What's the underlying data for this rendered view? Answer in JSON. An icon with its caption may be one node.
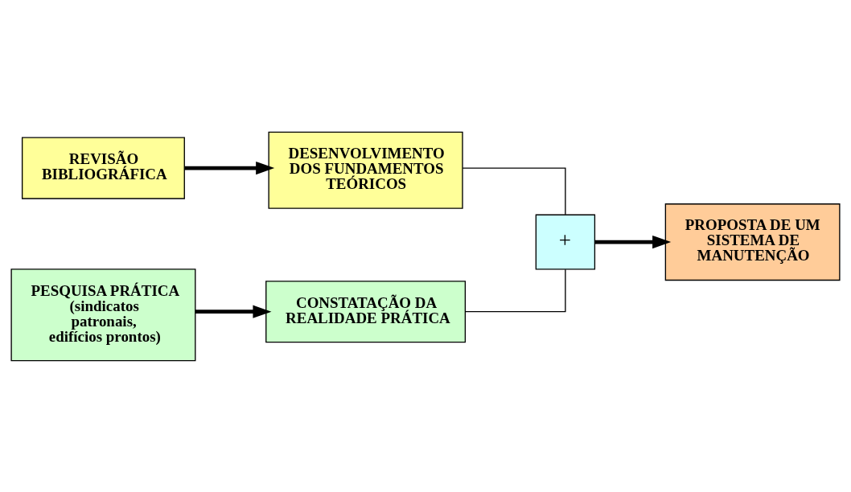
{
  "diagram": {
    "nodes": [
      {
        "text": [
          "REVISÃO BIBLIOGRÁFICA"
        ]
      },
      {
        "text": [
          "DESENVOLVIMENTO DOS FUNDAMENTOS TEÓRICOS"
        ]
      },
      {
        "text": [
          "PESQUISA PRÁTICA (sindicatos patronais, edifícios prontos)"
        ]
      },
      {
        "text": [
          "CONSTATAÇÃO DA REALIDADE PRÁTICA"
        ]
      },
      {
        "text": [
          "+"
        ]
      },
      {
        "text": [
          "PROPOSTA DE UM SISTEMA DE MANUTENÇÃO"
        ]
      }
    ],
    "edges": [
      {
        "from": 0,
        "to": 1,
        "arrow": "to"
      },
      {
        "from": 2,
        "to": 3,
        "arrow": "to"
      },
      {
        "from": 1,
        "to": 4,
        "arrow": "none"
      },
      {
        "from": 3,
        "to": 4,
        "arrow": "none"
      },
      {
        "from": 4,
        "to": 5,
        "arrow": "to"
      }
    ]
  }
}
